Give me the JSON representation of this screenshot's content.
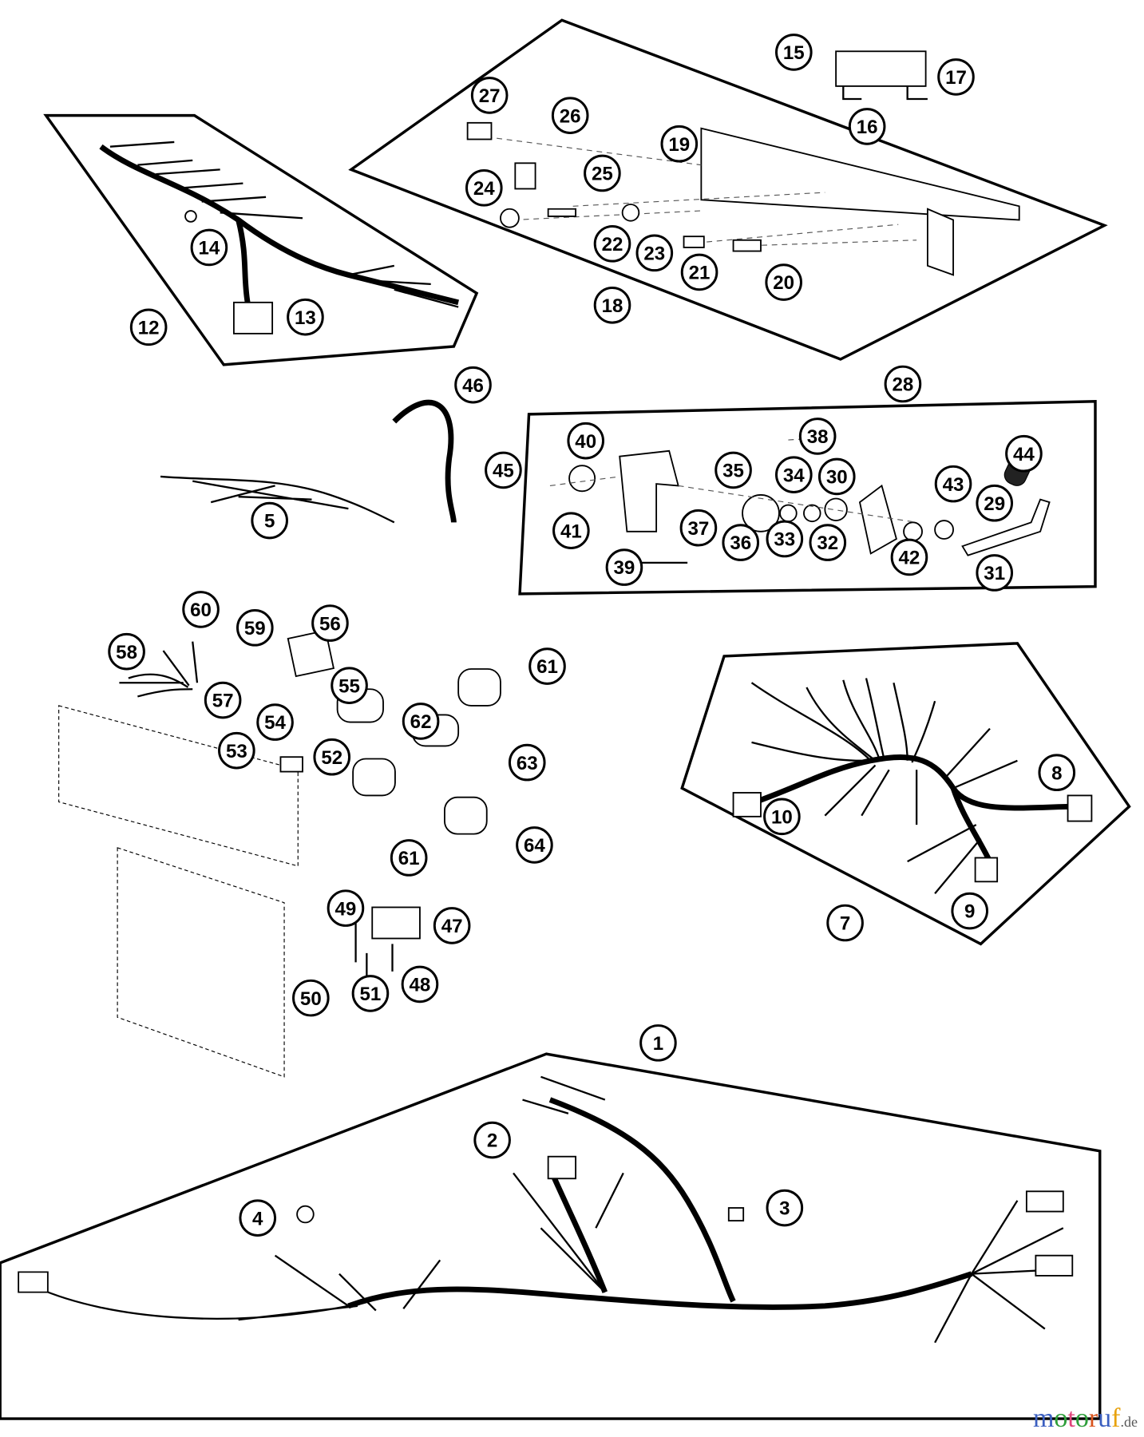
{
  "diagram": {
    "title": "Wiring harness and electrical components exploded parts diagram",
    "callouts": [
      "1",
      "2",
      "3",
      "4",
      "5",
      "7",
      "8",
      "9",
      "10",
      "12",
      "13",
      "14",
      "15",
      "16",
      "17",
      "18",
      "19",
      "20",
      "21",
      "22",
      "23",
      "24",
      "25",
      "26",
      "27",
      "28",
      "29",
      "30",
      "31",
      "32",
      "33",
      "34",
      "35",
      "36",
      "37",
      "38",
      "39",
      "40",
      "41",
      "42",
      "43",
      "44",
      "45",
      "46",
      "47",
      "48",
      "49",
      "50",
      "51",
      "52",
      "53",
      "54",
      "55",
      "56",
      "57",
      "58",
      "59",
      "60",
      "61",
      "62",
      "63",
      "64"
    ]
  },
  "watermark": {
    "brand": "motoruf",
    "tld": ".de",
    "colors": [
      "#3b5fc0",
      "#2e9e3a",
      "#e0457b",
      "#2e9e3a",
      "#d9541e",
      "#3b5fc0",
      "#e8a20c"
    ]
  }
}
